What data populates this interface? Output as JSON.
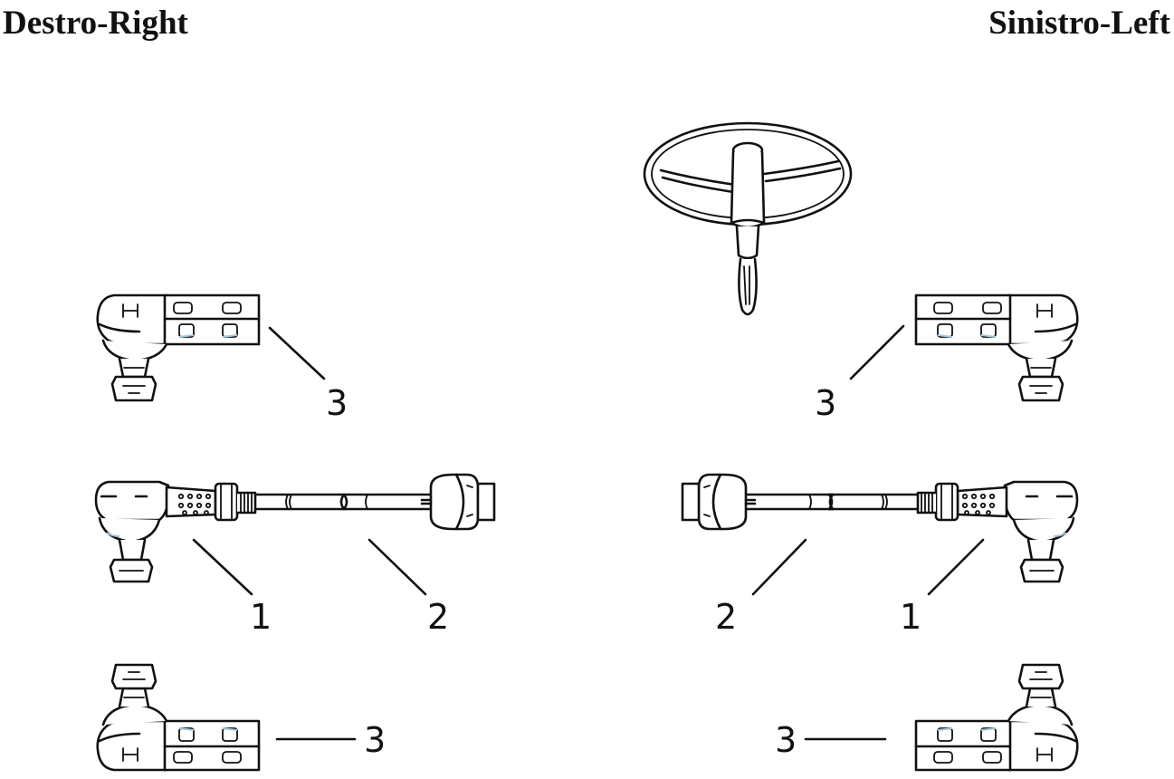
{
  "headings": {
    "right_side": "Destro-Right",
    "left_side": "Sinistro-Left"
  },
  "callouts": {
    "right_upper_tie_rod_end": "3",
    "right_outer_tie_rod_end": "1",
    "right_inner_tie_rod": "2",
    "right_lower_tie_rod_end": "3",
    "left_upper_tie_rod_end": "3",
    "left_inner_tie_rod": "2",
    "left_outer_tie_rod_end": "1",
    "left_lower_tie_rod_end": "3"
  },
  "colors": {
    "line": "#111111",
    "background": "#ffffff",
    "accent_tint": "#9fc6d9"
  }
}
